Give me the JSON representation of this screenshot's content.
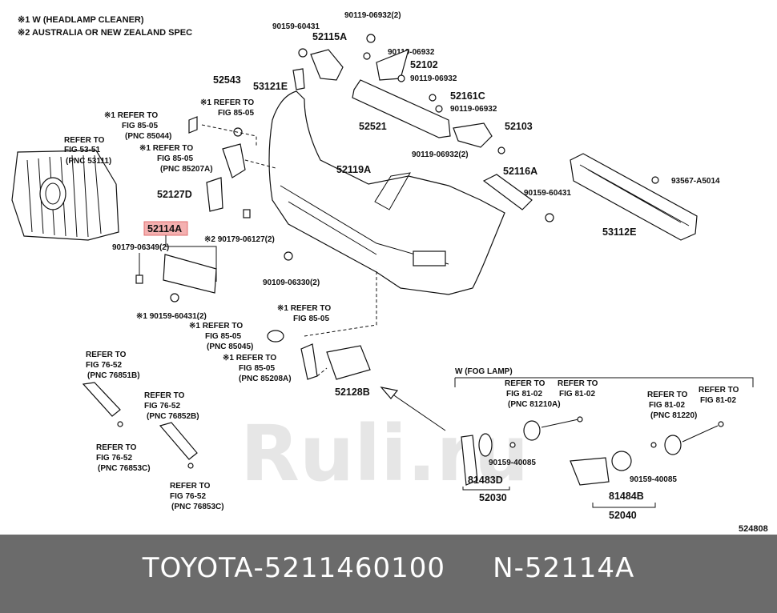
{
  "notes": [
    "※1 W (HEADLAMP CLEANER)",
    "※2 AUSTRALIA OR NEW ZEALAND SPEC"
  ],
  "watermark": "Ruli.ru",
  "highlight_color": "#f4b0b0",
  "part_labels": {
    "p90159_60431_top": "90159-60431",
    "p52115A": "52115A",
    "p90119_06932_2_top": "90119-06932(2)",
    "p90119_06932_a": "90119-06932",
    "p52102": "52102",
    "p90119_06932_b": "90119-06932",
    "p52543": "52543",
    "p53121E": "53121E",
    "p52161C": "52161C",
    "p90119_06932_c": "90119-06932",
    "p52521": "52521",
    "p52103": "52103",
    "p90119_06932_2_bot": "90119-06932(2)",
    "p52116A": "52116A",
    "p93567_A5014": "93567-A5014",
    "p90159_60431_right": "90159-60431",
    "p53112E": "53112E",
    "p52119A": "52119A",
    "p52127D": "52127D",
    "p52114A": "52114A",
    "p90179_06349": "90179-06349(2)",
    "p90179_06127": "※2 90179-06127(2)",
    "p90109_06330": "90109-06330(2)",
    "p90159_60431_bot": "※1 90159-60431(2)",
    "p52128B": "52128B",
    "p90159_40085_a": "90159-40085",
    "p90159_40085_b": "90159-40085",
    "p81483D": "81483D",
    "p52030": "52030",
    "p81484B": "81484B",
    "p52040": "52040",
    "diagram_no": "524808"
  },
  "refs": {
    "r1": [
      "※1 REFER TO",
      "FIG 85-05",
      "(PNC 85044)"
    ],
    "r2": [
      "※1 REFER TO",
      "FIG 85-05"
    ],
    "r3": [
      "※1 REFER TO",
      "FIG 85-05",
      "(PNC 85207A)"
    ],
    "r4": [
      "REFER TO",
      "FIG 53-51",
      "(PNC 53111)"
    ],
    "r5": [
      "※1 REFER TO",
      "FIG 85-05"
    ],
    "r6": [
      "※1 REFER TO",
      "FIG 85-05",
      "(PNC 85045)"
    ],
    "r7": [
      "※1 REFER TO",
      "FIG 85-05",
      "(PNC 85208A)"
    ],
    "r8": [
      "REFER TO",
      "FIG 76-52",
      "(PNC 76851B)"
    ],
    "r9": [
      "REFER TO",
      "FIG 76-52",
      "(PNC 76852B)"
    ],
    "r10": [
      "REFER TO",
      "FIG 76-52",
      "(PNC 76853C)"
    ],
    "r11": [
      "REFER TO",
      "FIG 76-52",
      "(PNC 76853C)"
    ],
    "r12": [
      "REFER TO",
      "FIG 81-02",
      "(PNC 81210A)"
    ],
    "r13": [
      "REFER TO",
      "FIG 81-02"
    ],
    "r14": [
      "REFER TO",
      "FIG 81-02",
      "(PNC 81220)"
    ],
    "r15": [
      "REFER TO",
      "FIG 81-02"
    ]
  },
  "fog_label": "W (FOG LAMP)",
  "footer": {
    "brand": "TOYOTA",
    "sep1": " - ",
    "part_number": "5211460100",
    "gap": "     ",
    "n_label": "N",
    "sep2": " - ",
    "pnc": "52114A"
  }
}
